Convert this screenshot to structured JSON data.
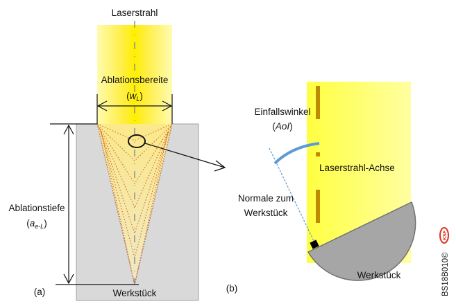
{
  "panel_a": {
    "label": "(a)",
    "laser_label": "Laserstrahl",
    "width_label": "Ablationsbereite",
    "width_symbol_open": "(",
    "width_symbol_main": "w",
    "width_symbol_sub": "L",
    "width_symbol_close": ")",
    "depth_label": "Ablationstiefe",
    "depth_symbol_open": "(",
    "depth_symbol_main": "a",
    "depth_symbol_sub": "e-L",
    "depth_symbol_close": ")",
    "workpiece_label": "Werkstück"
  },
  "panel_b": {
    "label": "(b)",
    "angle_label": "Einfallswinkel",
    "angle_symbol_open": "(",
    "angle_symbol_main": "AoI",
    "angle_symbol_close": ")",
    "axis_label": "Laserstrahl-Achse",
    "normal_label_line1": "Normale zum",
    "normal_label_line2": "Werkstück",
    "workpiece_label": "Werkstück"
  },
  "copyright": {
    "code": "BS18B010©",
    "logo_text": "KSF"
  },
  "colors": {
    "beam_yellow": "#fff200",
    "beam_light": "#fffbb0",
    "workpiece_gray": "#d9d9d9",
    "workpiece_dark": "#a6a6a6",
    "ablation_dots": "#d4703a",
    "axis_dash": "#bf8c00",
    "angle_arc": "#5b9bd5",
    "logo_red": "#e03020"
  }
}
